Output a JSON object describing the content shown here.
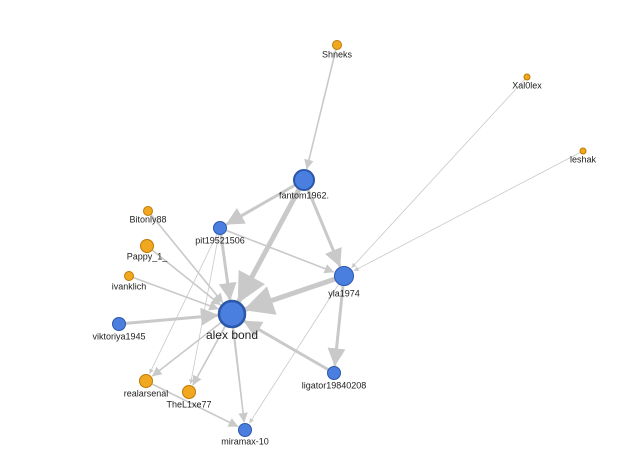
{
  "colors": {
    "primary_node": "#4a7fe0",
    "primary_stroke": "#2b57a8",
    "secondary_node": "#f0a820",
    "secondary_stroke": "#c07a00",
    "edge": "#c9c9c9",
    "label": "#222222"
  },
  "nodes": [
    {
      "id": "alex_bond",
      "label": "alex bond",
      "kind": "primary",
      "size": "xl"
    },
    {
      "id": "fantom1962",
      "label": "fantom1962.",
      "kind": "primary",
      "size": "l"
    },
    {
      "id": "yla1974",
      "label": "yla1974",
      "kind": "primary",
      "size": "m"
    },
    {
      "id": "pit19521506",
      "label": "pit19521506",
      "kind": "primary",
      "size": "s"
    },
    {
      "id": "viktoriya1945",
      "label": "viktoriya1945",
      "kind": "primary",
      "size": "s"
    },
    {
      "id": "ligator19840208",
      "label": "ligator19840208",
      "kind": "primary",
      "size": "s"
    },
    {
      "id": "miramax10",
      "label": "miramax-10",
      "kind": "primary",
      "size": "s"
    },
    {
      "id": "shneks",
      "label": "Shneks",
      "kind": "secondary",
      "size": "xs"
    },
    {
      "id": "xal0lex",
      "label": "Xal0lex",
      "kind": "secondary",
      "size": "xxs"
    },
    {
      "id": "leshak",
      "label": "leshak",
      "kind": "secondary",
      "size": "xxs"
    },
    {
      "id": "bitonly88",
      "label": "Bitonly88",
      "kind": "secondary",
      "size": "xs"
    },
    {
      "id": "pappy1",
      "label": "Pappy_1_",
      "kind": "secondary",
      "size": "s"
    },
    {
      "id": "ivanklich",
      "label": "ivanklich",
      "kind": "secondary",
      "size": "xs"
    },
    {
      "id": "realarsenal",
      "label": "realarsenal",
      "kind": "secondary",
      "size": "s"
    },
    {
      "id": "thel1xe77",
      "label": "TheL1xe77",
      "kind": "secondary",
      "size": "s"
    }
  ],
  "edges": [
    {
      "from": "fantom1962",
      "to": "alex_bond",
      "weight": "heavy"
    },
    {
      "from": "yla1974",
      "to": "alex_bond",
      "weight": "heavy"
    },
    {
      "from": "viktoriya1945",
      "to": "alex_bond",
      "weight": "medium"
    },
    {
      "from": "ligator19840208",
      "to": "alex_bond",
      "weight": "medium"
    },
    {
      "from": "pit19521506",
      "to": "alex_bond",
      "weight": "medium"
    },
    {
      "from": "fantom1962",
      "to": "pit19521506",
      "weight": "medium"
    },
    {
      "from": "fantom1962",
      "to": "yla1974",
      "weight": "medium"
    },
    {
      "from": "pit19521506",
      "to": "yla1974",
      "weight": "light"
    },
    {
      "from": "yla1974",
      "to": "ligator19840208",
      "weight": "medium"
    },
    {
      "from": "shneks",
      "to": "fantom1962",
      "weight": "light"
    },
    {
      "from": "xal0lex",
      "to": "yla1974",
      "weight": "thin"
    },
    {
      "from": "leshak",
      "to": "yla1974",
      "weight": "thin"
    },
    {
      "from": "yla1974",
      "to": "alex_bond",
      "weight": "light"
    },
    {
      "from": "bitonly88",
      "to": "alex_bond",
      "weight": "light"
    },
    {
      "from": "pappy1",
      "to": "alex_bond",
      "weight": "light"
    },
    {
      "from": "ivanklich",
      "to": "alex_bond",
      "weight": "light"
    },
    {
      "from": "alex_bond",
      "to": "realarsenal",
      "weight": "light"
    },
    {
      "from": "alex_bond",
      "to": "thel1xe77",
      "weight": "light"
    },
    {
      "from": "alex_bond",
      "to": "miramax10",
      "weight": "light"
    },
    {
      "from": "realarsenal",
      "to": "miramax10",
      "weight": "light"
    },
    {
      "from": "pit19521506",
      "to": "realarsenal",
      "weight": "thin"
    },
    {
      "from": "pit19521506",
      "to": "thel1xe77",
      "weight": "thin"
    },
    {
      "from": "fantom1962",
      "to": "thel1xe77",
      "weight": "thin"
    },
    {
      "from": "yla1974",
      "to": "miramax10",
      "weight": "thin"
    },
    {
      "from": "pit19521506",
      "to": "miramax10",
      "weight": "thin"
    }
  ]
}
